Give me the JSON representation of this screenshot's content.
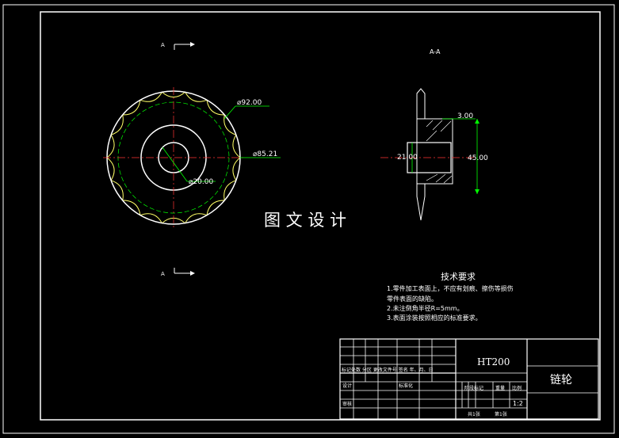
{
  "section_label_top": "A",
  "section_label_bottom": "A",
  "section_view_title": "A-A",
  "dimensions": {
    "outer_dia": "⌀92.00",
    "root_dia": "⌀85.21",
    "bore_dia": "⌀20.00",
    "chamfer": "3.00",
    "hub_dia": "45.00",
    "bore_small": "21.00"
  },
  "watermark": "图 文 设 计",
  "tech_requirements": {
    "title": "技术要求",
    "items": [
      "1.零件加工表面上，不应有划痕、擦伤等损伤",
      "零件表面的缺陷。",
      "2.未注倒角半径R=5mm。",
      "3.表面涂装按照相应的标准要求。"
    ]
  },
  "title_block": {
    "material": "HT200",
    "part_name": "链轮",
    "header_row": "标记处数 分区 更改文件号 签名 年、月、日",
    "design": "设计",
    "standardize": "标准化",
    "review": "审核",
    "stage_mark": "阶段标记",
    "weight": "重量",
    "scale": "比例",
    "scale_value": "1:2",
    "sheets_total": "共1张",
    "sheet_no": "第1张"
  },
  "colors": {
    "gear_outline": "#ffff66",
    "dimension": "#00ff00",
    "centerline": "#ff3333",
    "linework": "#ffffff"
  }
}
